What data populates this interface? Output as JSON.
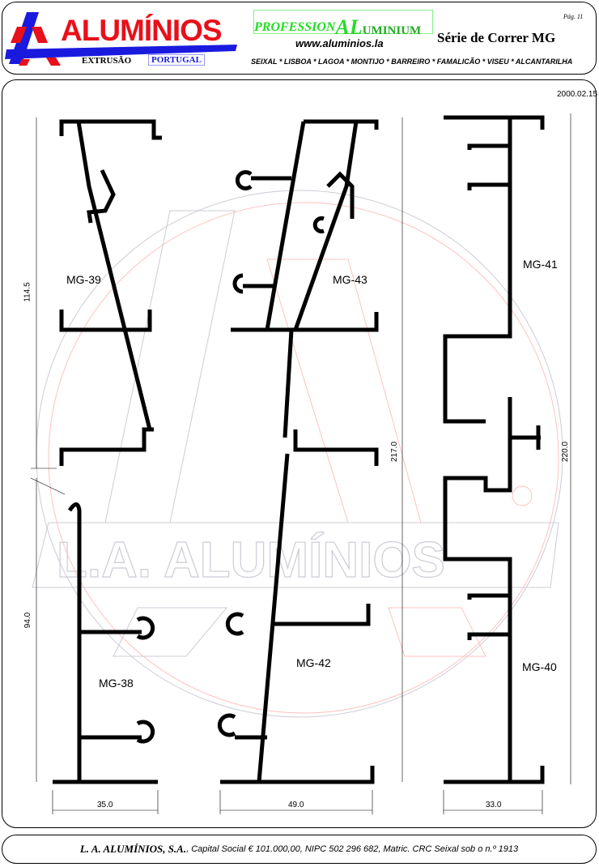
{
  "header": {
    "logo_name": "ALUMÍNIOS",
    "extrusao": "EXTRUSÃO",
    "portugal": "PORTUGAL",
    "profession_part1": "PROFESSION",
    "profession_al": "AL",
    "profession_part2": "UMINIUM",
    "website": "www.aluminios.la",
    "series_title": "Série de Correr MG",
    "page": "Pág. 11",
    "locations": "SEIXAL * LISBOA * LAGOA * MONTIJO * BARREIRO * FAMALICÃO * VISEU * ALCANTARILHA"
  },
  "drawing": {
    "date": "2000.02.15",
    "watermark": "L.A. ALUMÍNIOS",
    "profiles": [
      "MG-39",
      "MG-43",
      "MG-41",
      "MG-38",
      "MG-42",
      "MG-40"
    ],
    "dimensions": {
      "h_mg39": "114.5",
      "h_mg38": "94.0",
      "h_center": "217.0",
      "h_right": "220.0",
      "w_mg38": "35.0",
      "w_mg42": "49.0",
      "w_mg40": "33.0"
    }
  },
  "footer": {
    "company": "L. A. ALUMÍNIOS, S.A.",
    "details": ", Capital Social € 101.000,00, NIPC 502 296 682, Matric. CRC Seixal sob o n.º 1913"
  },
  "colors": {
    "brand_red": "#e8101a",
    "brand_blue": "#1a1adf",
    "accent_green": "#22dd22"
  }
}
